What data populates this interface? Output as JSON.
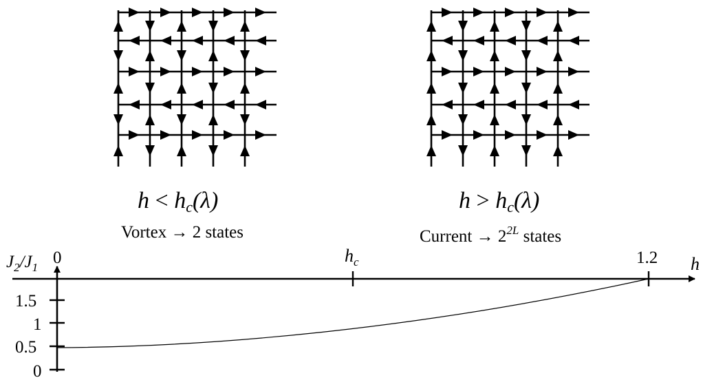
{
  "left_panel": {
    "title_h": "h",
    "title_rel": "<",
    "title_hc": "h",
    "title_hc_sub": "c",
    "title_arg": "(λ)",
    "caption": "Vortex → 2 states",
    "arrows": {
      "horizontal_rows": [
        "R",
        "L",
        "R",
        "L",
        "R"
      ],
      "vertical_cols": [
        [
          "U",
          "D",
          "U",
          "D",
          "U"
        ],
        [
          "D",
          "U",
          "D",
          "U",
          "D"
        ],
        [
          "U",
          "D",
          "U",
          "D",
          "U"
        ],
        [
          "D",
          "U",
          "D",
          "U",
          "D"
        ],
        [
          "U",
          "D",
          "U",
          "D",
          "U"
        ]
      ]
    }
  },
  "right_panel": {
    "title_h": "h",
    "title_rel": ">",
    "title_hc": "h",
    "title_hc_sub": "c",
    "title_arg": "(λ)",
    "caption_text": "Current → 2",
    "caption_exp": "2L",
    "caption_tail": " states",
    "arrows": {
      "horizontal_rows": [
        "R",
        "L",
        "R",
        "L",
        "R"
      ],
      "vertical_cols": [
        [
          "U",
          "U",
          "U",
          "U",
          "U"
        ],
        [
          "D",
          "D",
          "D",
          "D",
          "D"
        ],
        [
          "U",
          "U",
          "U",
          "U",
          "U"
        ],
        [
          "D",
          "D",
          "D",
          "D",
          "D"
        ],
        [
          "U",
          "U",
          "U",
          "U",
          "U"
        ]
      ]
    }
  },
  "axes": {
    "x_label": "h",
    "y_label": "J",
    "y_label_sub1": "2",
    "y_label_slash": "/J",
    "y_label_sub2": "1",
    "x_ticks": [
      {
        "value": 0,
        "label": "0"
      },
      {
        "value": 0.6,
        "label": "h",
        "sub": "c"
      },
      {
        "value": 1.2,
        "label": "1.2"
      }
    ],
    "y_ticks": [
      "0",
      "0.5",
      "1",
      "1.5"
    ]
  },
  "curve": {
    "from": {
      "h": 0,
      "J2_J1": 0.5
    },
    "to": {
      "h": 1.2,
      "J2_J1": 2.0
    }
  }
}
